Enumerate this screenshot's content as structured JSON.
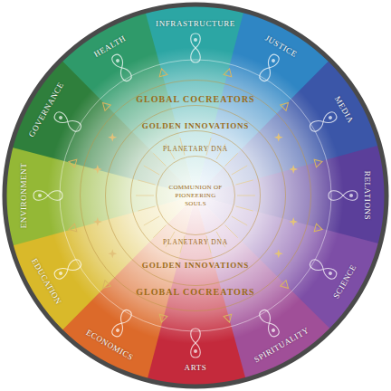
{
  "diagram": {
    "nodes": [
      {
        "text": [
          "HEALTH"
        ]
      },
      {
        "text": [
          "INFRASTRUCTURE"
        ]
      },
      {
        "text": [
          "JUSTICE"
        ]
      },
      {
        "text": [
          "MEDIA"
        ]
      },
      {
        "text": [
          "RELATIONS"
        ]
      },
      {
        "text": [
          "SCIENCE"
        ]
      },
      {
        "text": [
          "SPIRITUALITY"
        ]
      },
      {
        "text": [
          "ARTS"
        ]
      },
      {
        "text": [
          "ECONOMICS"
        ]
      },
      {
        "text": [
          "EDUCATION"
        ]
      },
      {
        "text": [
          "ENVIRONMENT"
        ]
      },
      {
        "text": [
          "GOVERNANCE"
        ]
      },
      {
        "text": [
          "GLOBAL COCREATORS",
          "GLOBAL COCREATORS"
        ]
      },
      {
        "text": [
          "GOLDEN INNOVATIONS",
          "GOLDEN INNOVATIONS"
        ],
        "in": 12
      },
      {
        "text": [
          "PLANETARY DNA",
          "PLANETARY DNA"
        ],
        "in": 13
      },
      {
        "text": [
          "COMMUNION OF PIONEERING SOULS"
        ],
        "in": 14
      }
    ]
  }
}
